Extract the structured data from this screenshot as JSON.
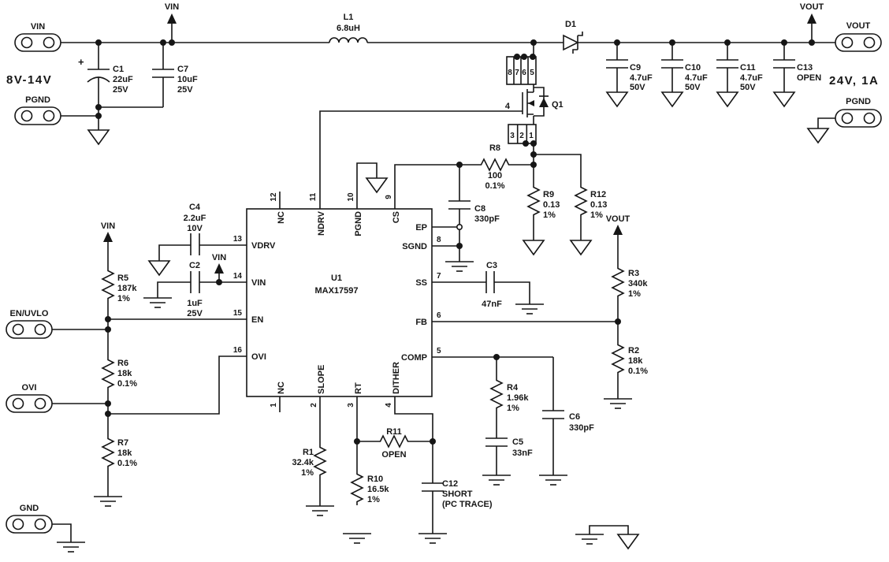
{
  "power": {
    "input_range": "8V-14V",
    "output_rating": "24V, 1A"
  },
  "nets": {
    "vin": "VIN",
    "vout": "VOUT"
  },
  "connectors": {
    "vin": "VIN",
    "pgnd_left": "PGND",
    "en_uvlo": "EN/UVLO",
    "ovi": "OVI",
    "gnd": "GND",
    "vout": "VOUT",
    "pgnd_right": "PGND"
  },
  "ic": {
    "ref": "U1",
    "part": "MAX17597",
    "pins": {
      "p1": {
        "num": "1",
        "name": "NC"
      },
      "p2": {
        "num": "2",
        "name": "SLOPE"
      },
      "p3": {
        "num": "3",
        "name": "RT"
      },
      "p4": {
        "num": "4",
        "name": "DITHER"
      },
      "p5": {
        "num": "5",
        "name": "COMP"
      },
      "p6": {
        "num": "6",
        "name": "FB"
      },
      "p7": {
        "num": "7",
        "name": "SS"
      },
      "p8": {
        "num": "8",
        "name": "SGND"
      },
      "p9": {
        "num": "9",
        "name": "CS"
      },
      "p10": {
        "num": "10",
        "name": "PGND"
      },
      "p11": {
        "num": "11",
        "name": "NDRV"
      },
      "p12": {
        "num": "12",
        "name": "NC"
      },
      "p13": {
        "num": "13",
        "name": "VDRV"
      },
      "p14": {
        "num": "14",
        "name": "VIN"
      },
      "p15": {
        "num": "15",
        "name": "EN"
      },
      "p16": {
        "num": "16",
        "name": "OVI"
      },
      "ep": {
        "num": "",
        "name": "EP"
      }
    }
  },
  "transistor": {
    "q1": {
      "ref": "Q1",
      "gate_pin": "4",
      "pads_top": [
        "8",
        "7",
        "6",
        "5"
      ],
      "pads_bottom": [
        "3",
        "2",
        "1"
      ]
    }
  },
  "components": {
    "l1": {
      "ref": "L1",
      "value": "6.8uH"
    },
    "d1": {
      "ref": "D1"
    },
    "c1": {
      "ref": "C1",
      "polarity": "+",
      "value": "22uF",
      "rating": "25V"
    },
    "c7": {
      "ref": "C7",
      "value": "10uF",
      "rating": "25V"
    },
    "c4": {
      "ref": "C4",
      "value": "2.2uF",
      "rating": "10V"
    },
    "c2": {
      "ref": "C2",
      "value": "1uF",
      "rating": "25V"
    },
    "c3": {
      "ref": "C3",
      "value": "47nF"
    },
    "c5": {
      "ref": "C5",
      "value": "33nF"
    },
    "c6": {
      "ref": "C6",
      "value": "330pF"
    },
    "c8": {
      "ref": "C8",
      "value": "330pF"
    },
    "c9": {
      "ref": "C9",
      "value": "4.7uF",
      "rating": "50V"
    },
    "c10": {
      "ref": "C10",
      "value": "4.7uF",
      "rating": "50V"
    },
    "c11": {
      "ref": "C11",
      "value": "4.7uF",
      "rating": "50V"
    },
    "c13": {
      "ref": "C13",
      "value": "OPEN"
    },
    "c12": {
      "ref": "C12",
      "value": "SHORT",
      "note": "(PC TRACE)"
    },
    "r1": {
      "ref": "R1",
      "value": "32.4k",
      "tol": "1%"
    },
    "r2": {
      "ref": "R2",
      "value": "18k",
      "tol": "0.1%"
    },
    "r3": {
      "ref": "R3",
      "value": "340k",
      "tol": "1%"
    },
    "r4": {
      "ref": "R4",
      "value": "1.96k",
      "tol": "1%"
    },
    "r5": {
      "ref": "R5",
      "value": "187k",
      "tol": "1%"
    },
    "r6": {
      "ref": "R6",
      "value": "18k",
      "tol": "0.1%"
    },
    "r7": {
      "ref": "R7",
      "value": "18k",
      "tol": "0.1%"
    },
    "r8": {
      "ref": "R8",
      "value": "100",
      "tol": "0.1%"
    },
    "r9": {
      "ref": "R9",
      "value": "0.13",
      "tol": "1%"
    },
    "r10": {
      "ref": "R10",
      "value": "16.5k",
      "tol": "1%"
    },
    "r11": {
      "ref": "R11",
      "value": "OPEN"
    },
    "r12": {
      "ref": "R12",
      "value": "0.13",
      "tol": "1%"
    }
  }
}
